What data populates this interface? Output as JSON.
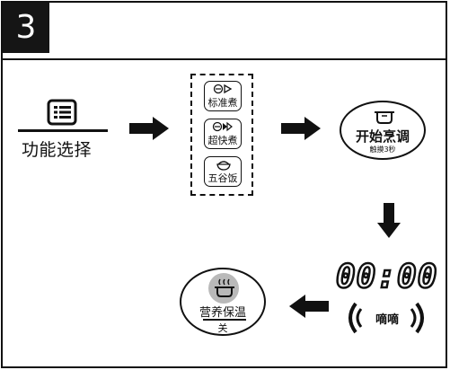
{
  "step": {
    "number": "3"
  },
  "menu": {
    "label": "功能选择",
    "icon": "menu-list-icon"
  },
  "modes": [
    {
      "label": "标准煮",
      "icon": "pot-arrow-icon"
    },
    {
      "label": "超快煮",
      "icon": "pot-double-arrow-icon"
    },
    {
      "label": "五谷饭",
      "icon": "grain-bowl-icon"
    }
  ],
  "start": {
    "label": "开始烹调",
    "note": "触摸3秒",
    "icon": "cooking-pot-icon"
  },
  "display": {
    "time": "00:00"
  },
  "beep": {
    "text": "嘀嘀"
  },
  "keepwarm": {
    "label": "营养保温",
    "sub": "关",
    "icon": "steaming-pot-icon"
  }
}
